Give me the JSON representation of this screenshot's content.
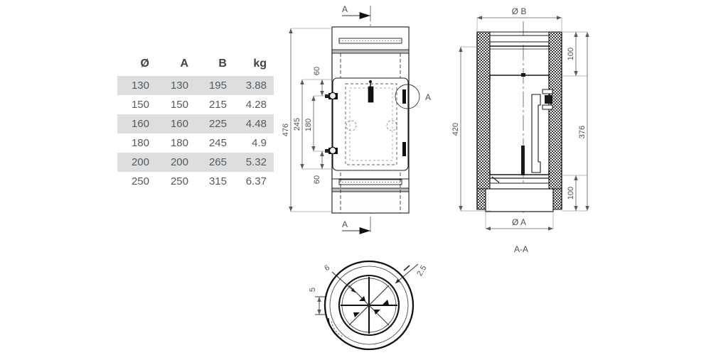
{
  "table": {
    "headers": [
      "Ø",
      "A",
      "B",
      "kg"
    ],
    "rows": [
      [
        "130",
        "130",
        "195",
        "3.88"
      ],
      [
        "150",
        "150",
        "215",
        "4.28"
      ],
      [
        "160",
        "160",
        "225",
        "4.48"
      ],
      [
        "180",
        "180",
        "245",
        "4.9"
      ],
      [
        "200",
        "200",
        "265",
        "5.32"
      ],
      [
        "250",
        "250",
        "315",
        "6.37"
      ]
    ],
    "alt_row_color": "#dcdedf",
    "header_color": "#3d4348",
    "text_color": "#55595c"
  },
  "front_view": {
    "section_mark_top": "A",
    "section_mark_bottom": "A",
    "detail_callout": "A",
    "dim_overall": "476",
    "dim_door_height": "245",
    "dim_hinge_span": "180",
    "dim_top_gap": "60",
    "dim_bottom_gap": "60"
  },
  "section_view": {
    "title": "A-A",
    "dim_outer_diameter": "Ø B",
    "dim_inner_diameter": "Ø A",
    "dim_overall": "420",
    "dim_inner_length": "376",
    "dim_top_collar": "100",
    "dim_bottom_collar": "100"
  },
  "detail_view": {
    "dim_wall_gap": "5",
    "dim_insulation": "6",
    "dim_thickness": "2.5"
  },
  "style": {
    "line_color": "#1a1a1a",
    "dim_color": "#555a5e",
    "hatch_color": "#2b2b2b",
    "fill_light": "#f2f2f2",
    "fill_mid": "#d9d9d9"
  }
}
